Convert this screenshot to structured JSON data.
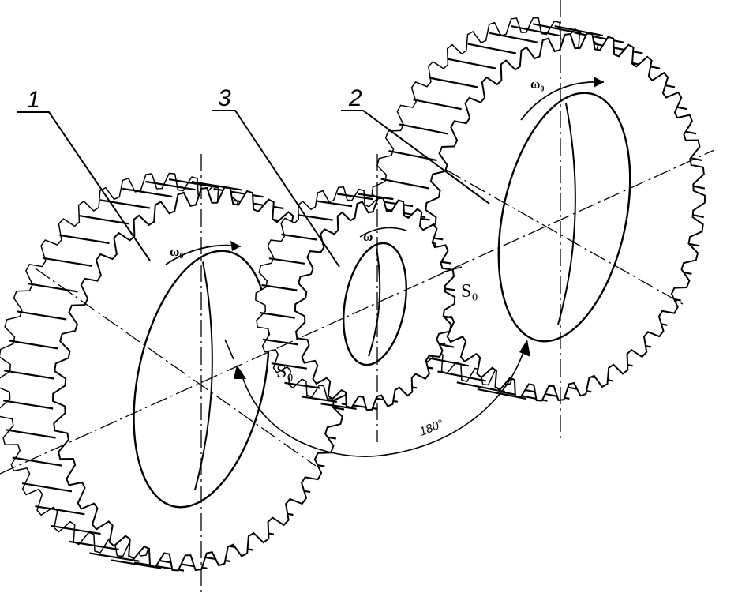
{
  "labels": {
    "gear1": "1",
    "gear2": "2",
    "gear3": "3",
    "omega_left": "ω₀",
    "omega_right": "ω₀",
    "omega_mid": "ω",
    "s0_left": "S₀",
    "s0_right": "S₀",
    "angle": "180°"
  },
  "colors": {
    "ink": "#000000",
    "paper": "#ffffff"
  }
}
